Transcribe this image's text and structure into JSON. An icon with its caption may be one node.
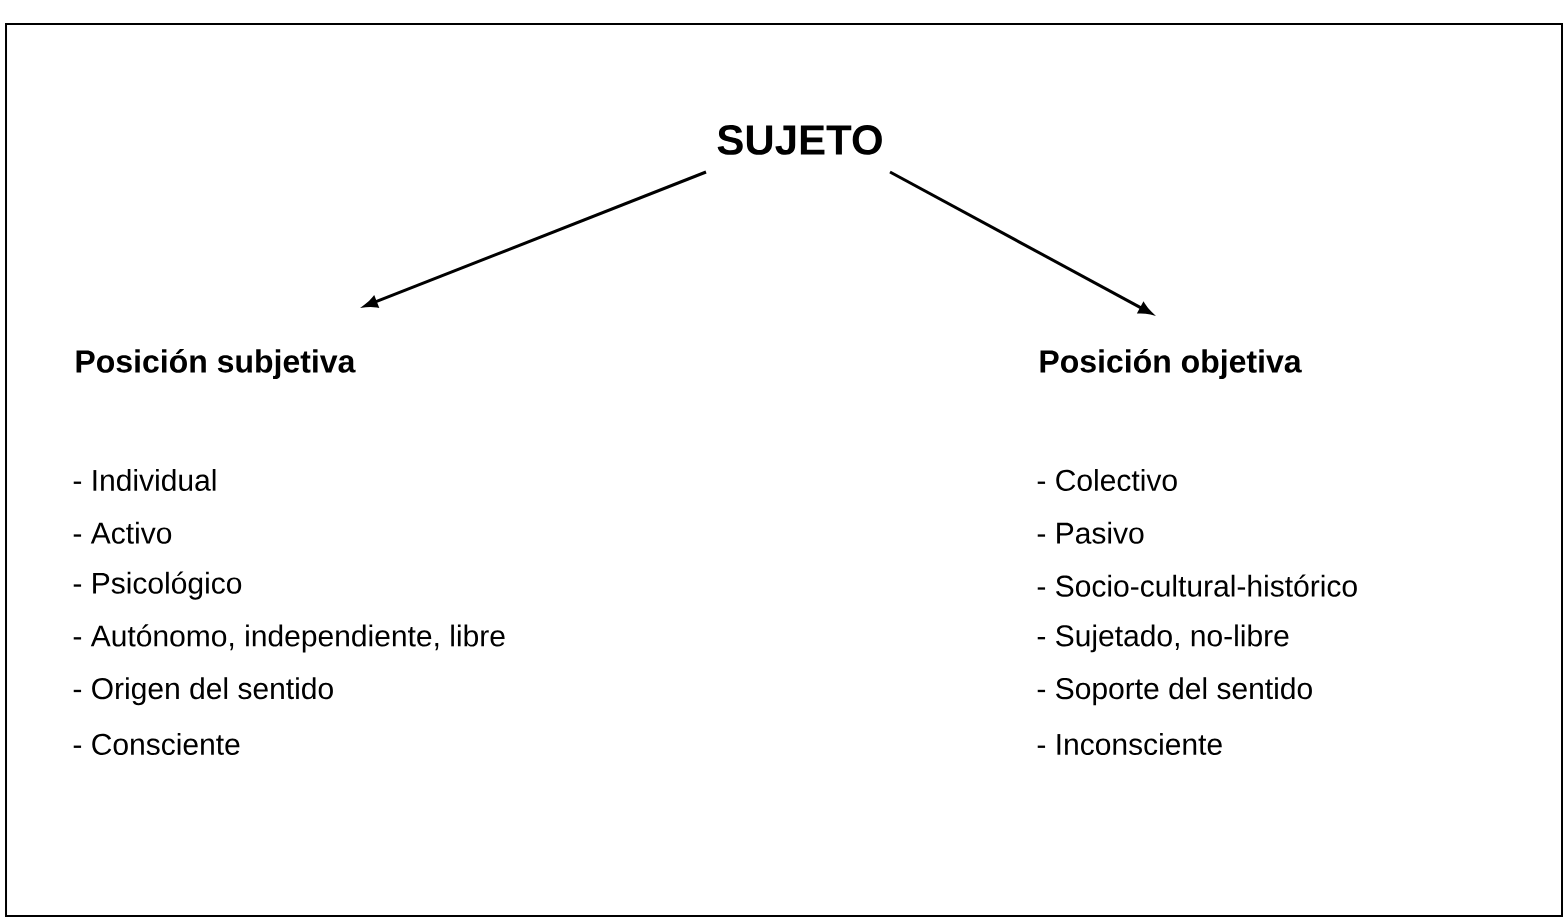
{
  "diagram": {
    "nodes": [
      {
        "text": [
          "SUJETO"
        ]
      },
      {
        "text": [
          "Posición subjetiva"
        ]
      },
      {
        "text": [
          "Posición objetiva"
        ]
      }
    ],
    "edges": [
      {
        "from": 0,
        "to": 1,
        "arrow": "to"
      },
      {
        "from": 0,
        "to": 2,
        "arrow": "to"
      }
    ],
    "labels": [
      "- Individual",
      "- Activo",
      "- Psicológico",
      "- Autónomo, independiente, libre",
      "- Origen del sentido",
      "- Consciente",
      "- Colectivo",
      "- Pasivo",
      "- Socio-cultural-histórico",
      "- Sujetado, no-libre",
      "- Soporte del sentido",
      "- Inconsciente"
    ]
  }
}
